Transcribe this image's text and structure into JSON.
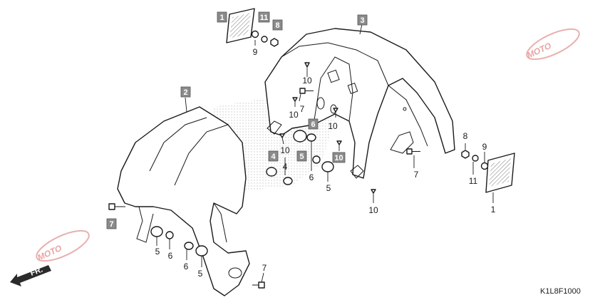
{
  "diagram_code": "K1L8F1000",
  "front_arrow_label": "FR.",
  "watermark_text": "MOTO",
  "accent_colors": {
    "callout_box": "#8a8a8a",
    "watermark_red": "#d9534f",
    "watermark_blue": "#4a6fb5"
  },
  "callouts": {
    "c1_box": "1",
    "c11_box": "11",
    "c8_box": "8",
    "c9_a": "9",
    "c3_box": "3",
    "c2_box": "2",
    "c10_a": "10",
    "c7_a": "7",
    "c10_b": "10",
    "c6_box": "6",
    "c10_c": "10",
    "c10_d": "10",
    "c4_box": "4",
    "c4_txt": "4",
    "c5_box": "5",
    "c6_a": "6",
    "c5_a": "5",
    "c10_box": "10",
    "c10_e": "10",
    "c8_r": "8",
    "c9_r": "9",
    "c11_r": "11",
    "c7_r": "7",
    "c1_r": "1",
    "c7_box": "7",
    "c5_b": "5",
    "c6_b": "6",
    "c6_c": "6",
    "c5_c": "5",
    "c7_b": "7"
  }
}
